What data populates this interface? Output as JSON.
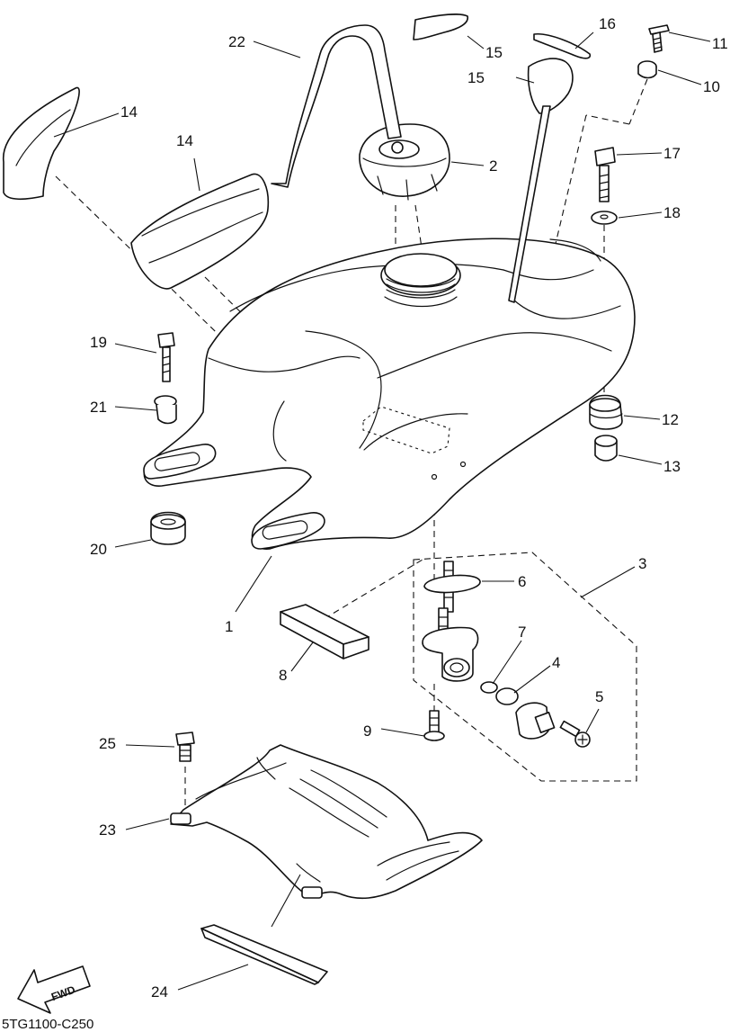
{
  "diagram": {
    "code": "5TG1100-C250",
    "fwd_label": "FWD",
    "callouts": {
      "c1": "1",
      "c2": "2",
      "c3": "3",
      "c4": "4",
      "c5": "5",
      "c6": "6",
      "c7": "7",
      "c8": "8",
      "c9": "9",
      "c10": "10",
      "c11": "11",
      "c12": "12",
      "c13": "13",
      "c14a": "14",
      "c14b": "14",
      "c15a": "15",
      "c15b": "15",
      "c16": "16",
      "c17": "17",
      "c18": "18",
      "c19": "19",
      "c20": "20",
      "c21": "21",
      "c22": "22",
      "c23": "23",
      "c24": "24",
      "c25": "25"
    }
  }
}
